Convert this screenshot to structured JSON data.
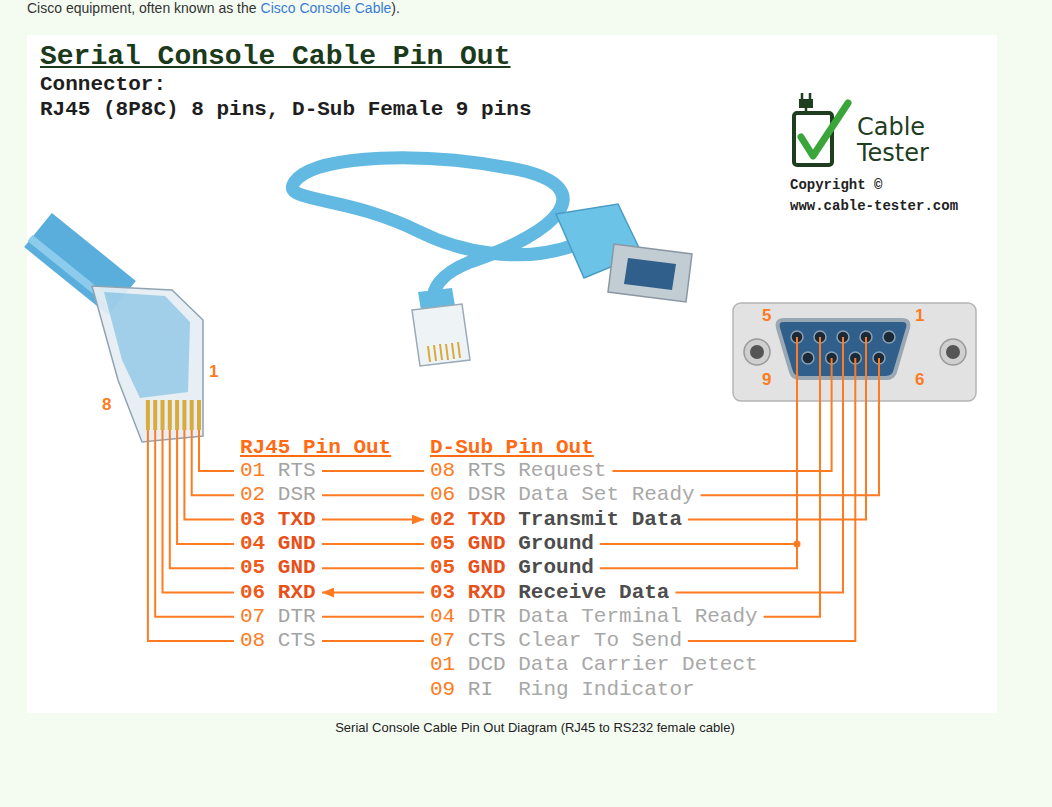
{
  "diagram": {
    "title": "Serial Console Cable Pin Out",
    "caption": "Serial Console Cable Pin Out Diagram (RJ45 to RS232 female cable)",
    "nodes": [
      {
        "text": [
          "01",
          "RTS"
        ]
      },
      {
        "text": [
          "08",
          "RTS",
          "Request"
        ]
      },
      {
        "text": [
          "02",
          "DSR"
        ]
      },
      {
        "text": [
          "06",
          "DSR",
          "Data Set Ready"
        ]
      },
      {
        "text": [
          "03",
          "TXD"
        ]
      },
      {
        "text": [
          "02",
          "TXD",
          "Transmit Data"
        ]
      },
      {
        "text": [
          "04",
          "GND"
        ]
      },
      {
        "text": [
          "05",
          "GND",
          "Ground"
        ]
      },
      {
        "text": [
          "05",
          "GND"
        ]
      },
      {
        "text": [
          "05",
          "GND",
          "Ground"
        ]
      },
      {
        "text": [
          "06",
          "RXD"
        ]
      },
      {
        "text": [
          "03",
          "RXD",
          "Receive Data"
        ]
      },
      {
        "text": [
          "07",
          "DTR"
        ]
      },
      {
        "text": [
          "04",
          "DTR",
          "Data Terminal Ready"
        ]
      },
      {
        "text": [
          "08",
          "CTS"
        ]
      },
      {
        "text": [
          "07",
          "CTS",
          "Clear To Send"
        ]
      },
      {
        "text": [
          "01",
          "DCD",
          "Data Carrier Detect"
        ]
      },
      {
        "text": [
          "09",
          "RI",
          "Ring Indicator"
        ]
      }
    ],
    "edges": [
      {
        "from": 0,
        "to": 1,
        "arrow": "none"
      },
      {
        "from": 2,
        "to": 3,
        "arrow": "none"
      },
      {
        "from": 4,
        "to": 5,
        "arrow": "to"
      },
      {
        "from": 6,
        "to": 7,
        "arrow": "none"
      },
      {
        "from": 8,
        "to": 9,
        "arrow": "none"
      },
      {
        "from": 11,
        "to": 10,
        "arrow": "to"
      },
      {
        "from": 12,
        "to": 13,
        "arrow": "none"
      },
      {
        "from": 14,
        "to": 15,
        "arrow": "none"
      }
    ],
    "labels": [
      "Cisco equipment, often known as the",
      "Cisco Console Cable",
      ").",
      "Connector:",
      "RJ45 (8P8C) 8 pins, D-Sub Female 9 pins",
      "Cable",
      "Tester",
      "Copyright ©",
      "www.cable-tester.com",
      "1",
      "8",
      "5",
      "1",
      "9",
      "6",
      "RJ45 Pin Out",
      "D-Sub Pin Out"
    ]
  }
}
